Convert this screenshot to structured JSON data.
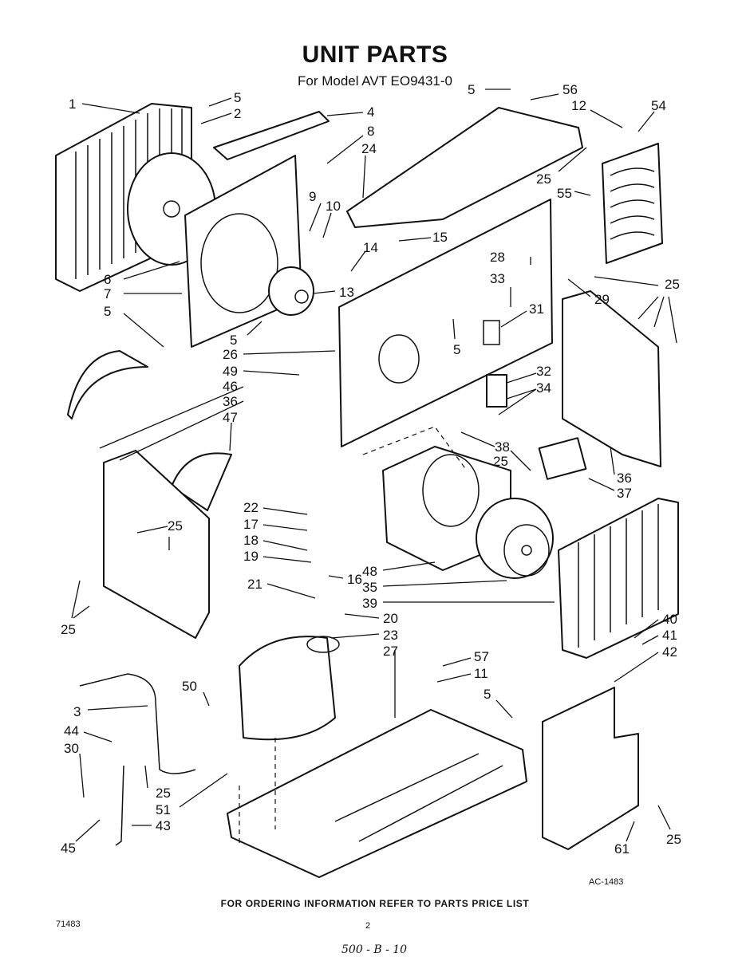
{
  "title": "UNIT PARTS",
  "subtitle": "For Model AVT EO9431-0",
  "footer_note": "FOR ORDERING INFORMATION REFER TO PARTS PRICE LIST",
  "document_number": "71483",
  "page_number": "2",
  "drawing_code": "AC-1483",
  "handwritten_note": "500 - B - 10",
  "callouts": {
    "c1": "1",
    "c5a": "5",
    "c2": "2",
    "c4": "4",
    "c8": "8",
    "c24": "24",
    "c5b": "5",
    "c56": "56",
    "c12": "12",
    "c54": "54",
    "c25a": "25",
    "c55": "55",
    "c9": "9",
    "c10": "10",
    "c15": "15",
    "c14": "14",
    "c13": "13",
    "c28": "28",
    "c33": "33",
    "c31": "31",
    "c5c": "5",
    "c6": "6",
    "c7": "7",
    "c5d": "5",
    "c5e": "5",
    "c25b": "25",
    "c29": "29",
    "c26": "26",
    "c49": "49",
    "c46": "46",
    "c36a": "36",
    "c47": "47",
    "c32": "32",
    "c34": "34",
    "c38": "38",
    "c25c": "25",
    "c36b": "36",
    "c37": "37",
    "c22": "22",
    "c17": "17",
    "c18": "18",
    "c19": "19",
    "c16": "16",
    "c21": "21",
    "c20": "20",
    "c25d": "25",
    "c25e": "25",
    "c48": "48",
    "c35": "35",
    "c39": "39",
    "c23": "23",
    "c27": "27",
    "c40": "40",
    "c41": "41",
    "c42": "42",
    "c57": "57",
    "c11": "11",
    "c50": "50",
    "c5f": "5",
    "c3": "3",
    "c44": "44",
    "c30": "30",
    "c25f": "25",
    "c51": "51",
    "c43": "43",
    "c45": "45",
    "c61": "61",
    "c25g": "25"
  }
}
